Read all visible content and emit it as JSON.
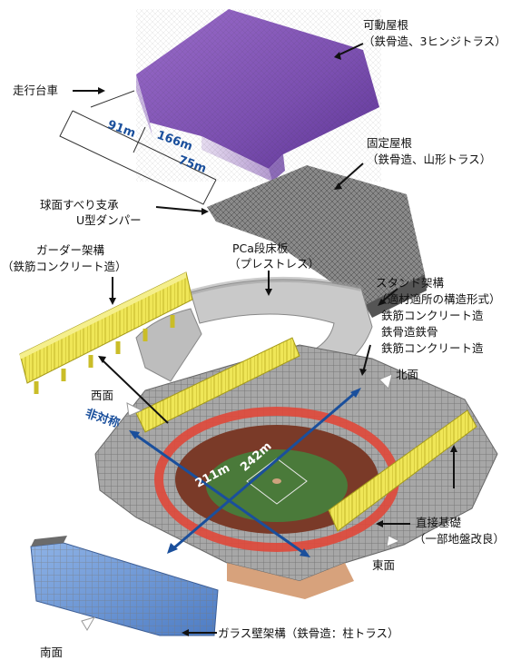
{
  "labels": {
    "movable_roof_1": "可動屋根",
    "movable_roof_2": "（鉄骨造、3ヒンジトラス）",
    "bogie": "走行台車",
    "fixed_roof_1": "固定屋根",
    "fixed_roof_2": "（鉄骨造、山形トラス）",
    "bearing_1": "球面すべり支承",
    "bearing_2": "U型ダンパー",
    "girder_1": "ガーダー架構",
    "girder_2": "（鉄筋コンクリート造）",
    "pca_1": "PCa段床板",
    "pca_2": "（プレストレス）",
    "stand_1": "スタンド架構",
    "stand_2": "（適材適所の構造形式）",
    "stand_3": "鉄筋コンクリート造",
    "stand_4": "鉄骨造鉄骨",
    "stand_5": "鉄筋コンクリート造",
    "foundation_1": "直接基礎",
    "foundation_2": "（一部地盤改良）",
    "glass_wall": "ガラス壁架構（鉄骨造：柱トラス）"
  },
  "dimensions": {
    "d91": "91m",
    "d166": "166m",
    "d75": "75m",
    "d211": "211m",
    "d242": "242m",
    "asym": "非対称"
  },
  "faces": {
    "west": "西面",
    "north": "北面",
    "east": "東面",
    "south": "南面"
  },
  "colors": {
    "roof_purple": "#7b4fb0",
    "girder_yellow": "#e8df3a",
    "field_green": "#4a7a3a",
    "red_ring": "#e0483a",
    "glass_blue": "#6f9ad6",
    "dim_blue": "#1a4f9c"
  }
}
